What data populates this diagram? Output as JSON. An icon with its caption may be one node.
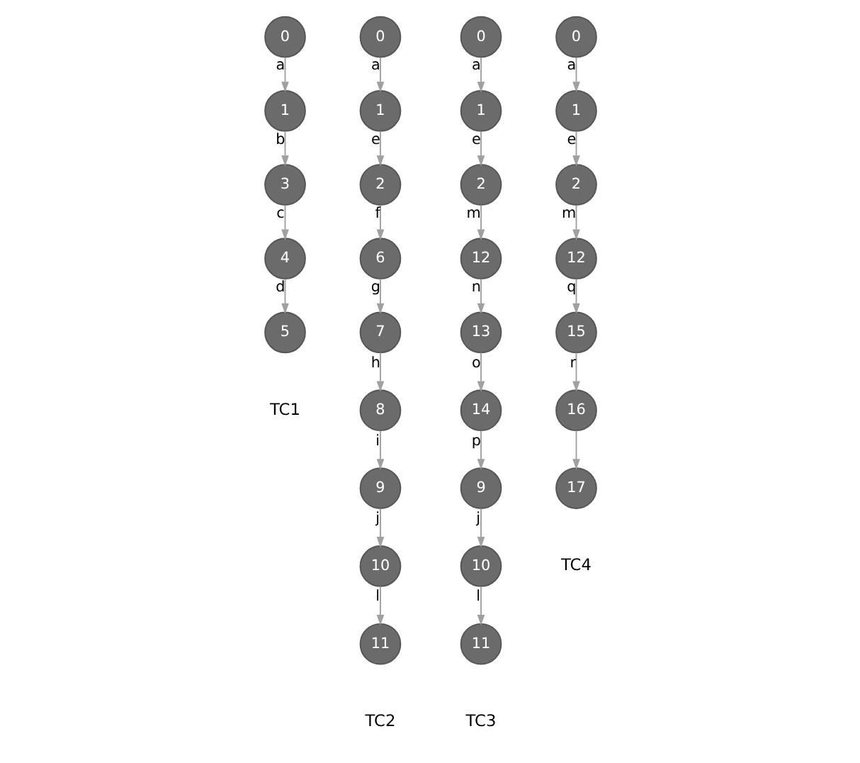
{
  "diagram": {
    "nodes": [
      {
        "text": [
          "0"
        ]
      },
      {
        "text": [
          "1"
        ]
      },
      {
        "text": [
          "3"
        ]
      },
      {
        "text": [
          "4"
        ]
      },
      {
        "text": [
          "5"
        ]
      },
      {
        "text": [
          "0"
        ]
      },
      {
        "text": [
          "1"
        ]
      },
      {
        "text": [
          "2"
        ]
      },
      {
        "text": [
          "6"
        ]
      },
      {
        "text": [
          "7"
        ]
      },
      {
        "text": [
          "8"
        ]
      },
      {
        "text": [
          "9"
        ]
      },
      {
        "text": [
          "10"
        ]
      },
      {
        "text": [
          "11"
        ]
      },
      {
        "text": [
          "0"
        ]
      },
      {
        "text": [
          "1"
        ]
      },
      {
        "text": [
          "2"
        ]
      },
      {
        "text": [
          "12"
        ]
      },
      {
        "text": [
          "13"
        ]
      },
      {
        "text": [
          "14"
        ]
      },
      {
        "text": [
          "9"
        ]
      },
      {
        "text": [
          "10"
        ]
      },
      {
        "text": [
          "11"
        ]
      },
      {
        "text": [
          "0"
        ]
      },
      {
        "text": [
          "1"
        ]
      },
      {
        "text": [
          "2"
        ]
      },
      {
        "text": [
          "12"
        ]
      },
      {
        "text": [
          "15"
        ]
      },
      {
        "text": [
          "16"
        ]
      },
      {
        "text": [
          "17"
        ]
      }
    ],
    "edges": [
      {
        "from": 0,
        "to": 1,
        "arrow": "to",
        "label": "a"
      },
      {
        "from": 1,
        "to": 2,
        "arrow": "to",
        "label": "b"
      },
      {
        "from": 2,
        "to": 3,
        "arrow": "to",
        "label": "c"
      },
      {
        "from": 3,
        "to": 4,
        "arrow": "to",
        "label": "d"
      },
      {
        "from": 5,
        "to": 6,
        "arrow": "to",
        "label": "a"
      },
      {
        "from": 6,
        "to": 7,
        "arrow": "to",
        "label": "e"
      },
      {
        "from": 7,
        "to": 8,
        "arrow": "to",
        "label": "f"
      },
      {
        "from": 8,
        "to": 9,
        "arrow": "to",
        "label": "g"
      },
      {
        "from": 9,
        "to": 10,
        "arrow": "to",
        "label": "h"
      },
      {
        "from": 10,
        "to": 11,
        "arrow": "to",
        "label": "i"
      },
      {
        "from": 11,
        "to": 12,
        "arrow": "to",
        "label": "j"
      },
      {
        "from": 12,
        "to": 13,
        "arrow": "to",
        "label": "l"
      },
      {
        "from": 14,
        "to": 15,
        "arrow": "to",
        "label": "a"
      },
      {
        "from": 15,
        "to": 16,
        "arrow": "to",
        "label": "e"
      },
      {
        "from": 16,
        "to": 17,
        "arrow": "to",
        "label": "m"
      },
      {
        "from": 17,
        "to": 18,
        "arrow": "to",
        "label": "n"
      },
      {
        "from": 18,
        "to": 19,
        "arrow": "to",
        "label": "o"
      },
      {
        "from": 19,
        "to": 20,
        "arrow": "to",
        "label": "p"
      },
      {
        "from": 20,
        "to": 21,
        "arrow": "to",
        "label": "j"
      },
      {
        "from": 21,
        "to": 22,
        "arrow": "to",
        "label": "l"
      },
      {
        "from": 23,
        "to": 24,
        "arrow": "to",
        "label": "a"
      },
      {
        "from": 24,
        "to": 25,
        "arrow": "to",
        "label": "e"
      },
      {
        "from": 25,
        "to": 26,
        "arrow": "to",
        "label": "m"
      },
      {
        "from": 26,
        "to": 27,
        "arrow": "to",
        "label": "q"
      },
      {
        "from": 27,
        "to": 28,
        "arrow": "to",
        "label": "r"
      },
      {
        "from": 28,
        "to": 29,
        "arrow": "to"
      }
    ],
    "labels": [
      "TC1",
      "TC2",
      "TC3",
      "TC4"
    ]
  }
}
